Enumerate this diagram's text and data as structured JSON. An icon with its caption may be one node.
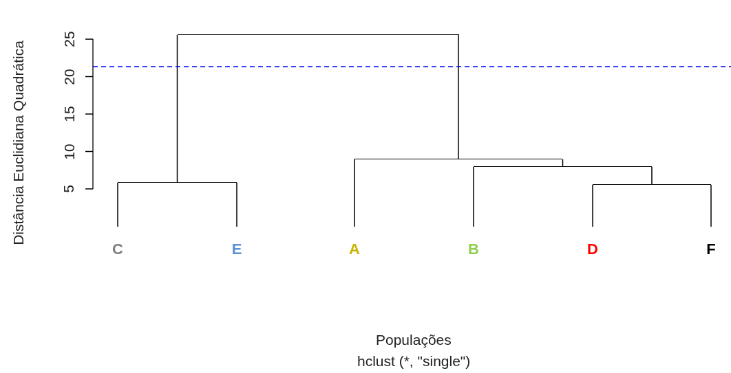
{
  "diagram": {
    "nodes": [
      {
        "text": [
          "C"
        ]
      },
      {
        "text": [
          "E"
        ]
      },
      {
        "text": [
          "A"
        ]
      },
      {
        "text": [
          "B"
        ]
      },
      {
        "text": [
          "D"
        ]
      },
      {
        "text": [
          "F"
        ]
      },
      {
        "text": [],
        "shape": "bar"
      },
      {
        "text": [],
        "shape": "bar"
      },
      {
        "text": [],
        "shape": "bar"
      },
      {
        "text": [],
        "shape": "bar"
      },
      {
        "text": [],
        "shape": "bar"
      }
    ],
    "edges": [
      {
        "from": 6,
        "to": 0,
        "arrow": "none"
      },
      {
        "from": 6,
        "to": 1,
        "arrow": "none"
      },
      {
        "from": 7,
        "to": 4,
        "arrow": "none"
      },
      {
        "from": 7,
        "to": 5,
        "arrow": "none"
      },
      {
        "from": 8,
        "to": 3,
        "arrow": "none"
      },
      {
        "from": 8,
        "to": 7,
        "arrow": "none"
      },
      {
        "from": 9,
        "to": 2,
        "arrow": "none"
      },
      {
        "from": 9,
        "to": 8,
        "arrow": "none"
      },
      {
        "from": 10,
        "to": 6,
        "arrow": "none"
      },
      {
        "from": 10,
        "to": 9,
        "arrow": "none"
      }
    ],
    "labels": [
      "25",
      "20",
      "15",
      "10",
      "5",
      "Distância Euclidiana Quadrática",
      "Populações",
      "hclust (*, \"single\")"
    ]
  }
}
